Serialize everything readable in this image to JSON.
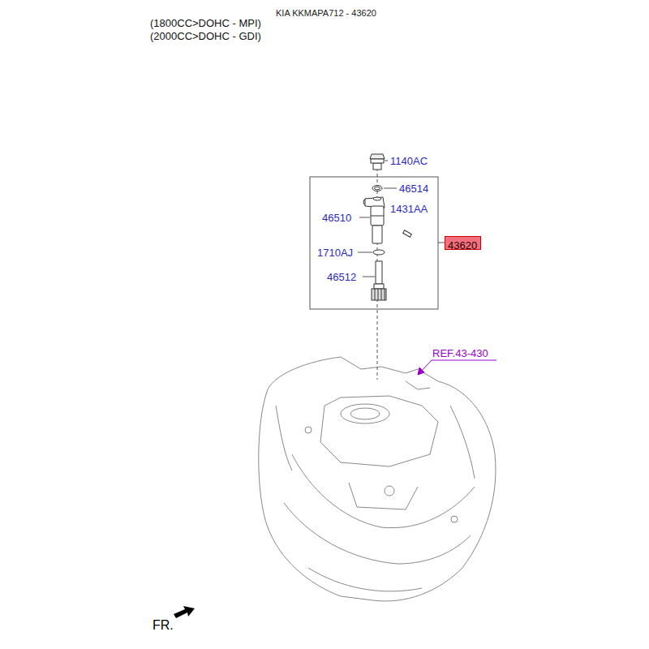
{
  "diagram": {
    "nodes": [
      {
        "text": [
          "43620"
        ]
      }
    ],
    "labels": [
      "KIA KKMAPA712 - 43620",
      "(1800CC>DOHC - MPI)",
      "(2000CC>DOHC - GDI)",
      "1140AC",
      "46514",
      "46510",
      "1431AA",
      "1710AJ",
      "46512",
      "REF.43-430",
      "FR."
    ]
  }
}
